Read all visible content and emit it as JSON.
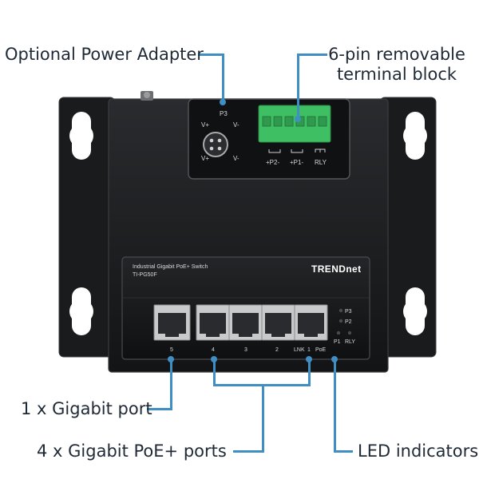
{
  "callouts": {
    "power_adapter": "Optional Power Adapter",
    "terminal_block_line1": "6-pin removable",
    "terminal_block_line2": "terminal block",
    "gigabit_port": "1 x Gigabit port",
    "poe_ports": "4 x Gigabit PoE+ ports",
    "led_indicators": "LED indicators"
  },
  "device": {
    "model_title": "Industrial Gigabit PoE+ Switch",
    "model_number": "TI-PG50F",
    "brand": "TRENDnet",
    "power_port_label": "P3",
    "power_pins": [
      "V+",
      "V-",
      "V+",
      "V-"
    ],
    "terminal_labels": [
      "+P2-",
      "+P1-",
      "RLY"
    ],
    "port_labels": [
      "5",
      "4",
      "3",
      "2",
      "1"
    ],
    "port_1_link_label": "LNK",
    "port_1_poe_label": "PoE",
    "led_labels": [
      "P3",
      "P2",
      "P1",
      "RLY"
    ]
  },
  "colors": {
    "leader_line": "#3f8fc4",
    "chassis": "#1b1c1e",
    "terminal_block": "#3fbf63"
  }
}
